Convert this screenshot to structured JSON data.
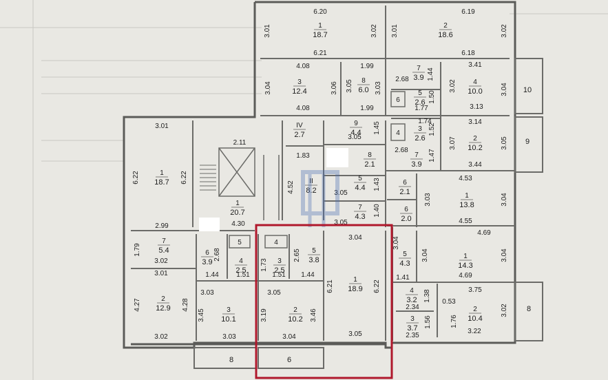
{
  "colors": {
    "paper": "#e9e8e3",
    "wall": "#5b5b58",
    "line": "#6b6b68",
    "highlight": "#b0182c",
    "watermark": "#4a6fb5",
    "redaction": "#ffffff"
  },
  "rooms": [
    {
      "id": "r1",
      "num": "1",
      "area": "18.7"
    },
    {
      "id": "r2",
      "num": "2",
      "area": "18.6"
    },
    {
      "id": "r3",
      "num": "3",
      "area": "12.4"
    },
    {
      "id": "r4",
      "num": "8",
      "area": "6.0"
    },
    {
      "id": "r5",
      "num": "7",
      "area": "3.9"
    },
    {
      "id": "r6",
      "num": "5",
      "area": "2.6"
    },
    {
      "id": "r7",
      "num": "4",
      "area": "10.0"
    },
    {
      "id": "r8",
      "num": "9",
      "area": "4.4"
    },
    {
      "id": "r9",
      "num": "IV",
      "area": "2.7"
    },
    {
      "id": "r10",
      "num": "3",
      "area": "2.6"
    },
    {
      "id": "r11",
      "num": "2",
      "area": "10.2"
    },
    {
      "id": "r12",
      "num": "8",
      "area": "2.1"
    },
    {
      "id": "r13",
      "num": "7",
      "area": "3.9"
    },
    {
      "id": "r14",
      "num": "II",
      "area": "8.2"
    },
    {
      "id": "r15",
      "num": "1",
      "area": "18.7"
    },
    {
      "id": "r16",
      "num": "5",
      "area": "4.4"
    },
    {
      "id": "r17",
      "num": "6",
      "area": "2.1"
    },
    {
      "id": "r18",
      "num": "1",
      "area": "13.8"
    },
    {
      "id": "r19",
      "num": "7",
      "area": "4.3"
    },
    {
      "id": "r20",
      "num": "6",
      "area": "2.0"
    },
    {
      "id": "r21",
      "num": "1",
      "area": "20.7"
    },
    {
      "id": "r22",
      "num": "7",
      "area": "5.4"
    },
    {
      "id": "r23",
      "num": "6",
      "area": "3.9"
    },
    {
      "id": "r24",
      "num": "4",
      "area": "2.5"
    },
    {
      "id": "r25",
      "num": "3",
      "area": "2.5"
    },
    {
      "id": "r26",
      "num": "5",
      "area": "3.8"
    },
    {
      "id": "r27",
      "num": "1",
      "area": "18.9"
    },
    {
      "id": "r28",
      "num": "5",
      "area": "4.3"
    },
    {
      "id": "r29",
      "num": "1",
      "area": "14.3"
    },
    {
      "id": "r30",
      "num": "2",
      "area": "12.9"
    },
    {
      "id": "r31",
      "num": "3",
      "area": "10.1"
    },
    {
      "id": "r32",
      "num": "2",
      "area": "10.2"
    },
    {
      "id": "r33",
      "num": "4",
      "area": "3.2"
    },
    {
      "id": "r34",
      "num": "2",
      "area": "10.4"
    },
    {
      "id": "r35",
      "num": "3",
      "area": "3.7"
    }
  ],
  "labels": {
    "box_5a": "5",
    "box_4a": "4",
    "box_6": "6",
    "box_4b": "4",
    "balcony_10": "10",
    "balcony_9": "9",
    "balcony_8_right": "8",
    "balcony_8_bottom": "8",
    "balcony_6_bottom": "6"
  },
  "dimensions": [
    "6.20",
    "6.19",
    "3.01",
    "3.02",
    "3.01",
    "3.02",
    "6.21",
    "6.18",
    "4.08",
    "1.99",
    "3.41",
    "3.04",
    "3.06",
    "3.05",
    "3.03",
    "2.68",
    "1.44",
    "3.02",
    "3.04",
    "1.50",
    "1.77",
    "3.13",
    "4.08",
    "1.99",
    "3.01",
    "2.11",
    "1.74",
    "3.14",
    "1.45",
    "3.05",
    "1.52",
    "3.07",
    "3.05",
    "1.83",
    "2.68",
    "1.47",
    "3.44",
    "6.22",
    "6.22",
    "4.52",
    "4.53",
    "1.43",
    "3.05",
    "1.40",
    "3.03",
    "3.04",
    "3.05",
    "4.55",
    "2.99",
    "4.30",
    "3.04",
    "3.04",
    "4.69",
    "1.79",
    "3.02",
    "2.68",
    "1.73",
    "2.65",
    "6.21",
    "6.22",
    "3.04",
    "3.04",
    "3.01",
    "1.44",
    "1.51",
    "1.51",
    "1.44",
    "1.41",
    "4.69",
    "3.03",
    "3.05",
    "3.75",
    "0.53",
    "1.38",
    "4.27",
    "4.28",
    "3.45",
    "3.19",
    "3.46",
    "3.02",
    "2.34",
    "1.56",
    "1.76",
    "3.02",
    "3.03",
    "3.04",
    "3.05",
    "2.35",
    "3.22"
  ]
}
